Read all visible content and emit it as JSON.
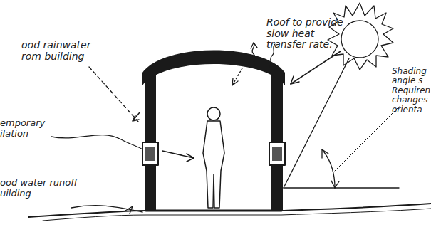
{
  "diagram": {
    "labels": [
      "ood rainwater rom building",
      "Roof to provide slow heat transfer rate.",
      "Shading angle s Requiren changes orienta",
      "emporary ilation",
      "ood water runoff uilding"
    ]
  }
}
